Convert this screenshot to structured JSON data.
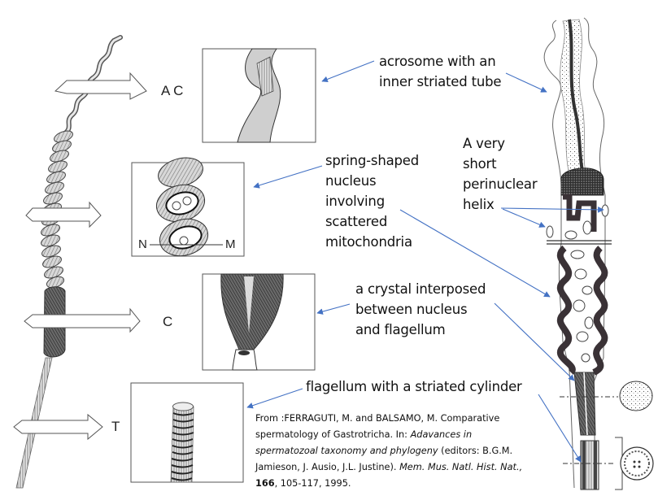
{
  "figure": {
    "section_labels": {
      "acrosome": "A C",
      "crystal": "C",
      "tail": "T"
    },
    "inset_labels": {
      "nucleus": "N",
      "mitochondria": "M"
    },
    "callouts": {
      "acrosome": "acrosome with an\ninner striated tube",
      "nucleus": "spring-shaped\nnucleus\ninvolving\nscattered\nmitochondria",
      "helix": "A very\nshort\nperinuclear\nhelix",
      "crystal": "a crystal interposed\nbetween nucleus\nand flagellum",
      "flagellum": "flagellum with a striated cylinder"
    },
    "citation": {
      "prefix": "From :FERRAGUTI, M. and BALSAMO, M. Comparative spermatology of Gastrotricha. In: ",
      "book_title": "Adavances in spermatozoal taxonomy and phylogeny",
      "editors": " (editors: B.G.M. Jamieson, J. Ausio, J.L. Justine). ",
      "journal": "Mem. Mus. Natl. Hist. Nat.,",
      "volume": "166",
      "pages_year": ", 105-117, 1995."
    },
    "colors": {
      "arrow_blue": "#4472c4",
      "ink": "#2a2a2a",
      "dark_fill": "#3a3236"
    }
  }
}
